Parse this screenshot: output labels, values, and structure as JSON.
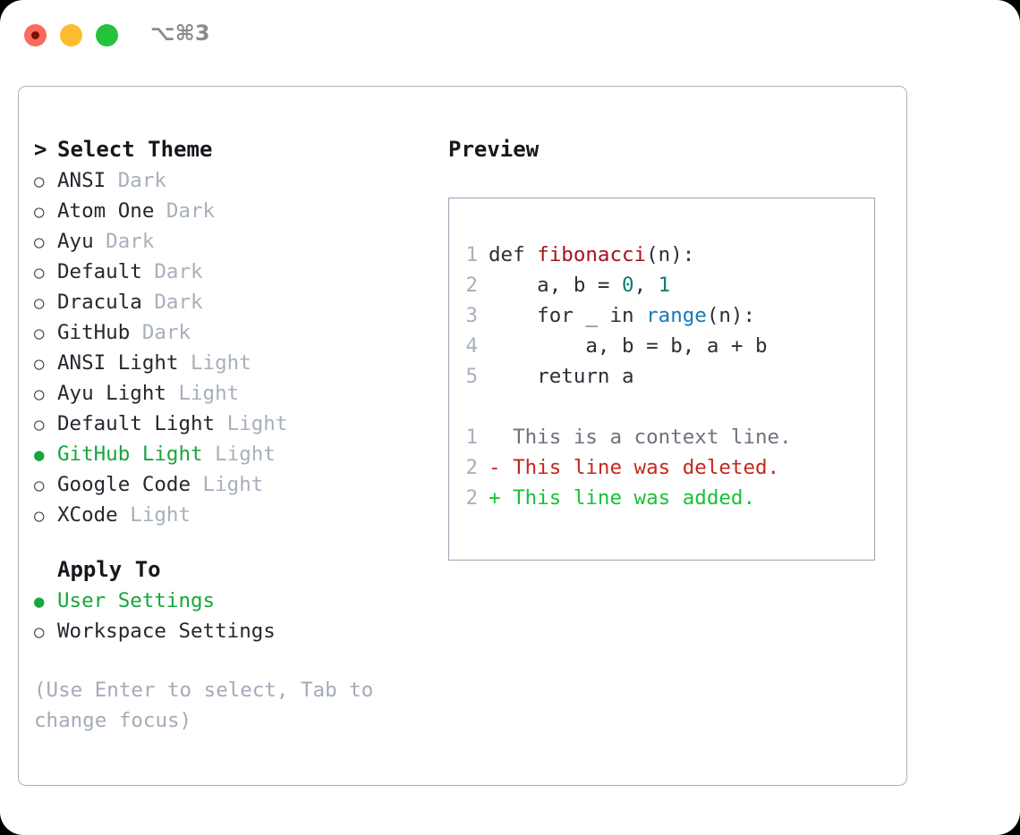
{
  "titlebar": {
    "shortcut": "⌥⌘3",
    "buttons": [
      {
        "name": "close",
        "color": "#fa6a5d"
      },
      {
        "name": "minimize",
        "color": "#fcbd2e"
      },
      {
        "name": "maximize",
        "color": "#24c33b"
      }
    ]
  },
  "colors": {
    "accent_green": "#16a63a",
    "muted": "#a8b0bc",
    "text": "#24282e",
    "panel_border": "#a8b2be",
    "preview_border": "#9aa5b4",
    "diff_add": "#16c236",
    "diff_del": "#c4281c"
  },
  "theme_list": {
    "header": "Select Theme",
    "header_caret": ">",
    "bullet_selected": "●",
    "bullet_unselected": "○",
    "items": [
      {
        "name": "ANSI",
        "kind": "Dark",
        "selected": false
      },
      {
        "name": "Atom One",
        "kind": "Dark",
        "selected": false
      },
      {
        "name": "Ayu",
        "kind": "Dark",
        "selected": false
      },
      {
        "name": "Default",
        "kind": "Dark",
        "selected": false
      },
      {
        "name": "Dracula",
        "kind": "Dark",
        "selected": false
      },
      {
        "name": "GitHub",
        "kind": "Dark",
        "selected": false
      },
      {
        "name": "ANSI Light",
        "kind": "Light",
        "selected": false
      },
      {
        "name": "Ayu Light",
        "kind": "Light",
        "selected": false
      },
      {
        "name": "Default Light",
        "kind": "Light",
        "selected": false
      },
      {
        "name": "GitHub Light",
        "kind": "Light",
        "selected": true
      },
      {
        "name": "Google Code",
        "kind": "Light",
        "selected": false
      },
      {
        "name": "XCode",
        "kind": "Light",
        "selected": false
      }
    ]
  },
  "apply_to": {
    "title": "Apply To",
    "options": [
      {
        "label": "User Settings",
        "selected": true
      },
      {
        "label": "Workspace Settings",
        "selected": false
      }
    ]
  },
  "hint": "(Use Enter to select, Tab to change focus)",
  "preview": {
    "title": "Preview",
    "code_lines": [
      {
        "num": "1",
        "tokens": [
          {
            "t": "def ",
            "c": "code-text"
          },
          {
            "t": "fibonacci",
            "c": "tok-fn"
          },
          {
            "t": "(n):",
            "c": "code-text"
          }
        ]
      },
      {
        "num": "2",
        "tokens": [
          {
            "t": "    a, b = ",
            "c": "code-text"
          },
          {
            "t": "0",
            "c": "tok-num"
          },
          {
            "t": ", ",
            "c": "code-text"
          },
          {
            "t": "1",
            "c": "tok-num"
          }
        ]
      },
      {
        "num": "3",
        "tokens": [
          {
            "t": "    for _ in ",
            "c": "code-text"
          },
          {
            "t": "range",
            "c": "tok-call"
          },
          {
            "t": "(n):",
            "c": "code-text"
          }
        ]
      },
      {
        "num": "4",
        "tokens": [
          {
            "t": "        a, b = b, a + b",
            "c": "code-text"
          }
        ]
      },
      {
        "num": "5",
        "tokens": [
          {
            "t": "    return a",
            "c": "code-text"
          }
        ]
      }
    ],
    "diff_lines": [
      {
        "num": "1",
        "marker": " ",
        "text": " This is a context line.",
        "cls": "diff-ctx"
      },
      {
        "num": "2",
        "marker": "-",
        "text": " This line was deleted.",
        "cls": "diff-del"
      },
      {
        "num": "2",
        "marker": "+",
        "text": " This line was added.",
        "cls": "diff-add"
      }
    ]
  }
}
